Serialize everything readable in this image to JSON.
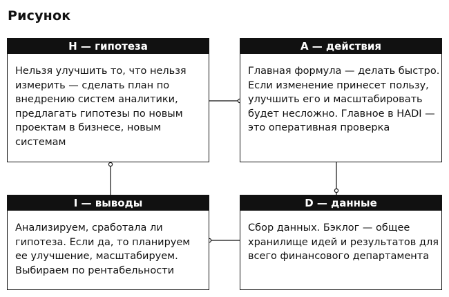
{
  "figure": {
    "title": "Рисунок"
  },
  "cards": {
    "h": {
      "header": "H — гипотеза",
      "body": "Нельзя улучшить то, что нельзя\nизмерить — сделать план по\nвнедрению систем аналитики,\nпредлагать гипотезы по новым\nпроектам в бизнесе, новым\nсистемам"
    },
    "a": {
      "header": "A — действия",
      "body": "Главная формула — делать быстро.\nЕсли изменение принесет пользу,\nулучшить его и масштабировать\nбудет несложно. Главное в HADI —\nэто оперативная проверка"
    },
    "i": {
      "header": "I — выводы",
      "body": "Анализируем, сработала ли\nгипотеза. Если да, то планируем\nее улучшение, масштабируем.\nВыбираем по рентабельности"
    },
    "d": {
      "header": "D — данные",
      "body": "Сбор данных. Бэклог — общее\nхранилище идей и результатов для\nвсего финансового департамента"
    }
  },
  "colors": {
    "ink": "#111111",
    "header_text": "#ffffff",
    "background": "#ffffff"
  }
}
